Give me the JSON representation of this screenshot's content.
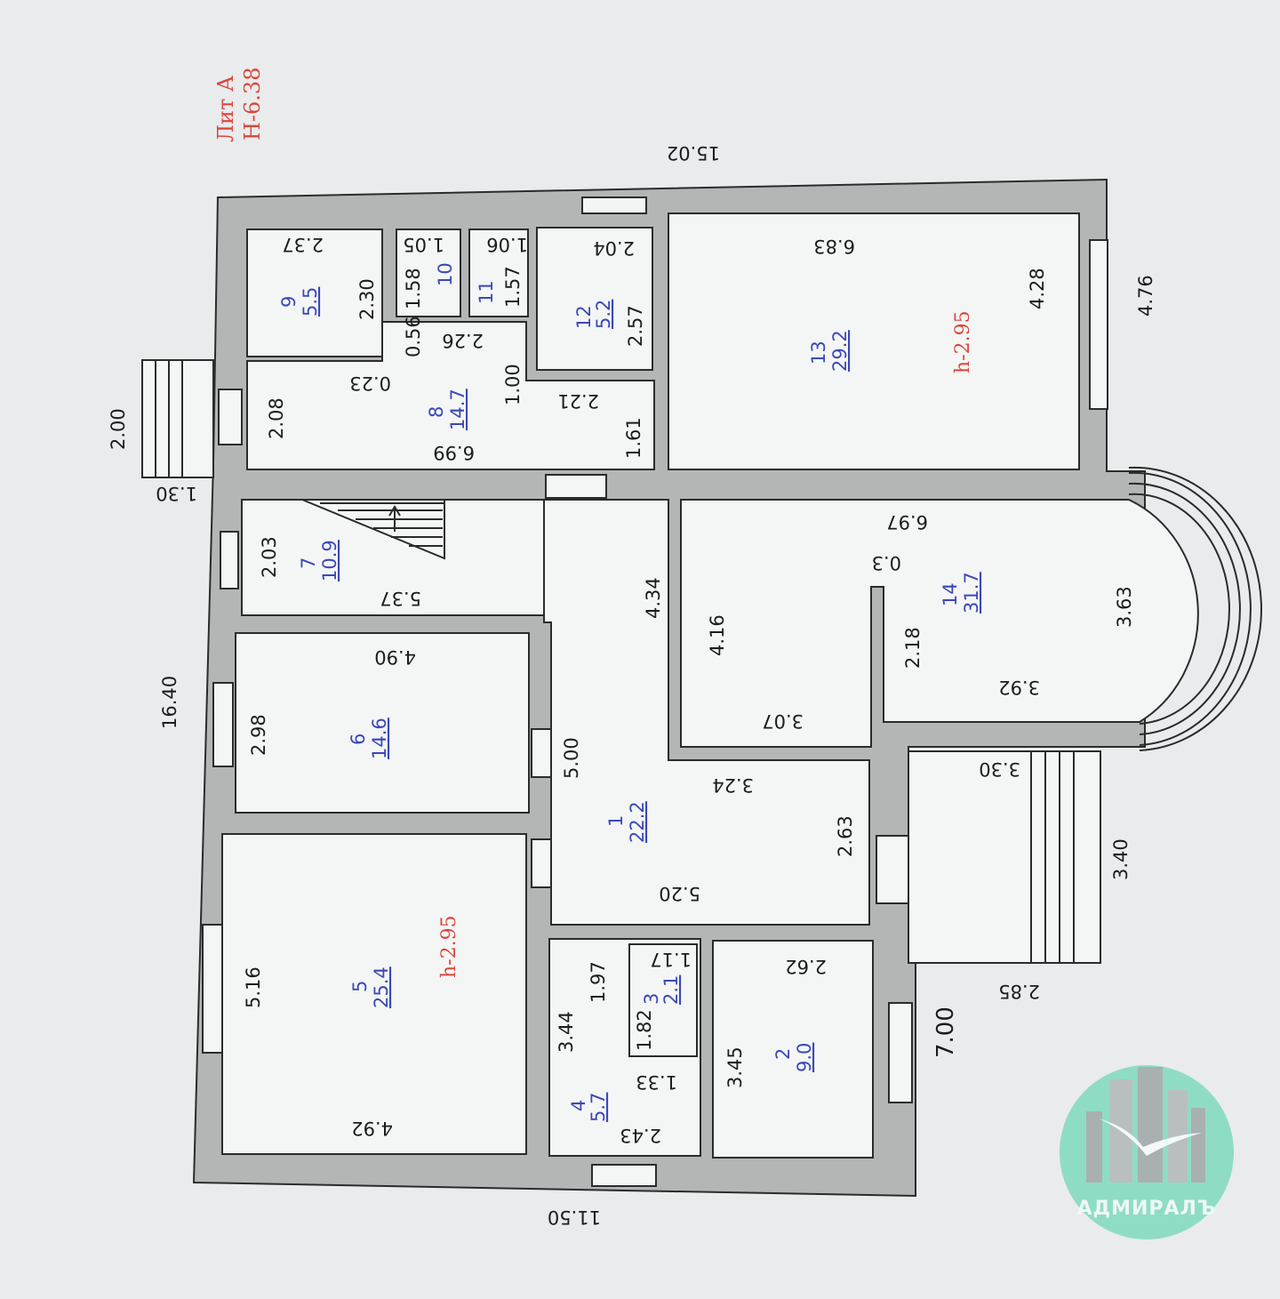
{
  "plan": {
    "lit": "Лит А",
    "height_total": "Н-6.38",
    "height_rooms": "h-2.95",
    "overall_dims": {
      "top": "15.02",
      "bottom": "11.50",
      "left": "16.40",
      "right_lower": "7.00",
      "porch_left": "2.00",
      "porch_left_b": "1.30",
      "right_a": "4.76",
      "right_b": "3.40",
      "right_c": "2.85",
      "right_d": "3.30"
    },
    "rooms": [
      {
        "num": "1",
        "area": "22.2"
      },
      {
        "num": "2",
        "area": "9.0"
      },
      {
        "num": "3",
        "area": "2.1"
      },
      {
        "num": "4",
        "area": "5.7"
      },
      {
        "num": "5",
        "area": "25.4"
      },
      {
        "num": "6",
        "area": "14.6"
      },
      {
        "num": "7",
        "area": "10.9"
      },
      {
        "num": "8",
        "area": "14.7"
      },
      {
        "num": "9",
        "area": "5.5"
      },
      {
        "num": "10",
        "area": ""
      },
      {
        "num": "11",
        "area": ""
      },
      {
        "num": "12",
        "area": "5.2"
      },
      {
        "num": "13",
        "area": "29.2"
      },
      {
        "num": "14",
        "area": "31.7"
      }
    ],
    "room_dims": {
      "r9a": "2.37",
      "r9b": "2.30",
      "r10a": "1.05",
      "r10b": "1.58",
      "r11a": "1.06",
      "r11b": "1.57",
      "r12a": "2.04",
      "r12b": "2.57",
      "r13a": "6.83",
      "r13b": "4.28",
      "r8a": "0.56",
      "r8b": "2.26",
      "r8c": "0.23",
      "r8d": "1.00",
      "r8e": "2.21",
      "r8f": "2.08",
      "r8g": "6.99",
      "r8h": "1.61",
      "r7a": "2.03",
      "r7b": "5.37",
      "r14a": "6.97",
      "r14b": "0.3",
      "r14c": "4.16",
      "r14d": "2.18",
      "r14e": "3.63",
      "r14f": "3.92",
      "r14g": "3.07",
      "r1a": "4.34",
      "r1b": "5.00",
      "r1c": "3.24",
      "r1d": "2.63",
      "r1e": "5.20",
      "r6a": "4.90",
      "r6b": "2.98",
      "r5a": "5.16",
      "r5b": "4.92",
      "r4a": "3.44",
      "r4b": "1.97",
      "r4c": "1.33",
      "r4d": "2.43",
      "r3a": "1.17",
      "r3b": "1.82",
      "r2a": "2.62",
      "r2b": "3.45"
    }
  },
  "logo": {
    "name": "АДМИРАЛЪ",
    "colors": {
      "circle": "#8fdcc6",
      "buildings": "#a9b0b2",
      "text": "#eef8f4"
    }
  }
}
